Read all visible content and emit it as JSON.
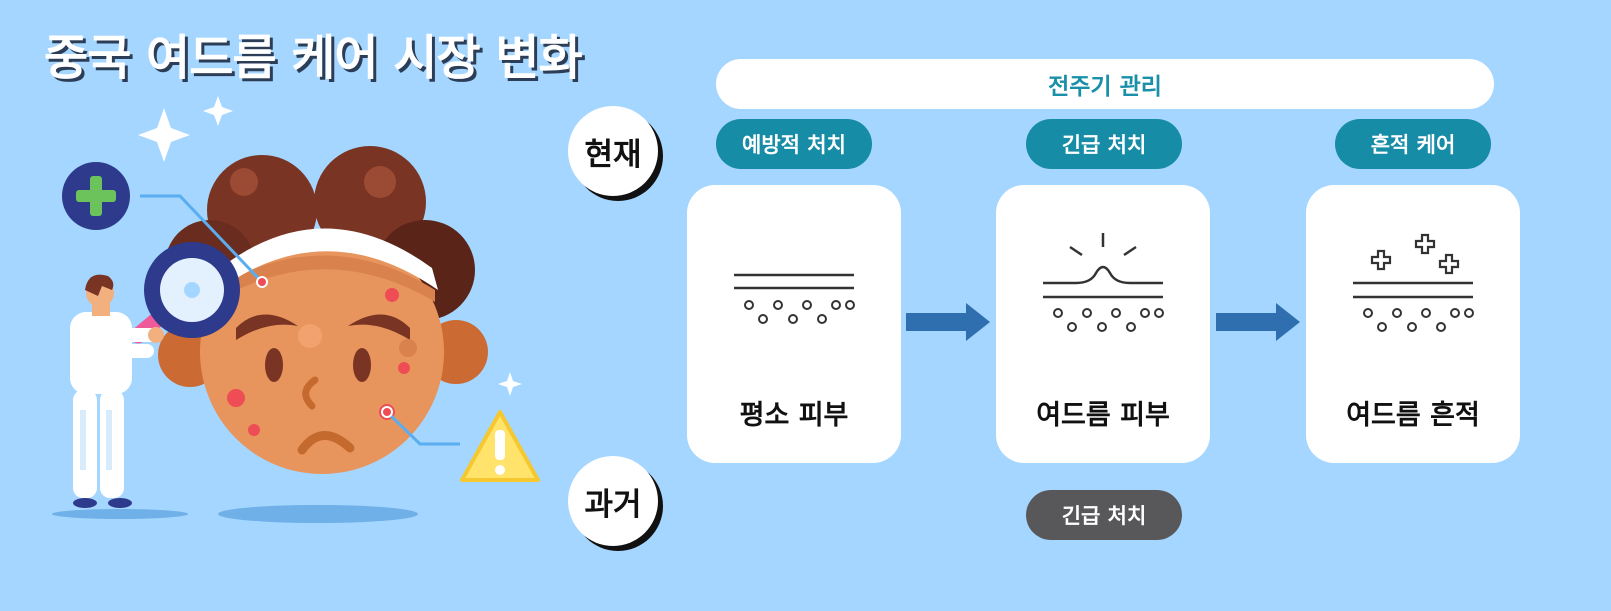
{
  "title": "중국 여드름 케어 시장 변화",
  "timeline": {
    "present": "현재",
    "past": "과거"
  },
  "lifecycle_label": "전주기 관리",
  "present_stages": [
    "예방적 처치",
    "긴급 처치",
    "흔적 케어"
  ],
  "skin_states": [
    {
      "label": "평소 피부",
      "icon": "normal-skin-icon"
    },
    {
      "label": "여드름 피부",
      "icon": "acne-skin-icon"
    },
    {
      "label": "여드름 흔적",
      "icon": "acne-scar-icon"
    }
  ],
  "past_stage": "긴급 처치",
  "colors": {
    "background": "#a4d6ff",
    "teal": "#168ca6",
    "dark_gray": "#58585a",
    "arrow": "#2f6fb0",
    "lifecycle_text": "#1a8fa8"
  }
}
